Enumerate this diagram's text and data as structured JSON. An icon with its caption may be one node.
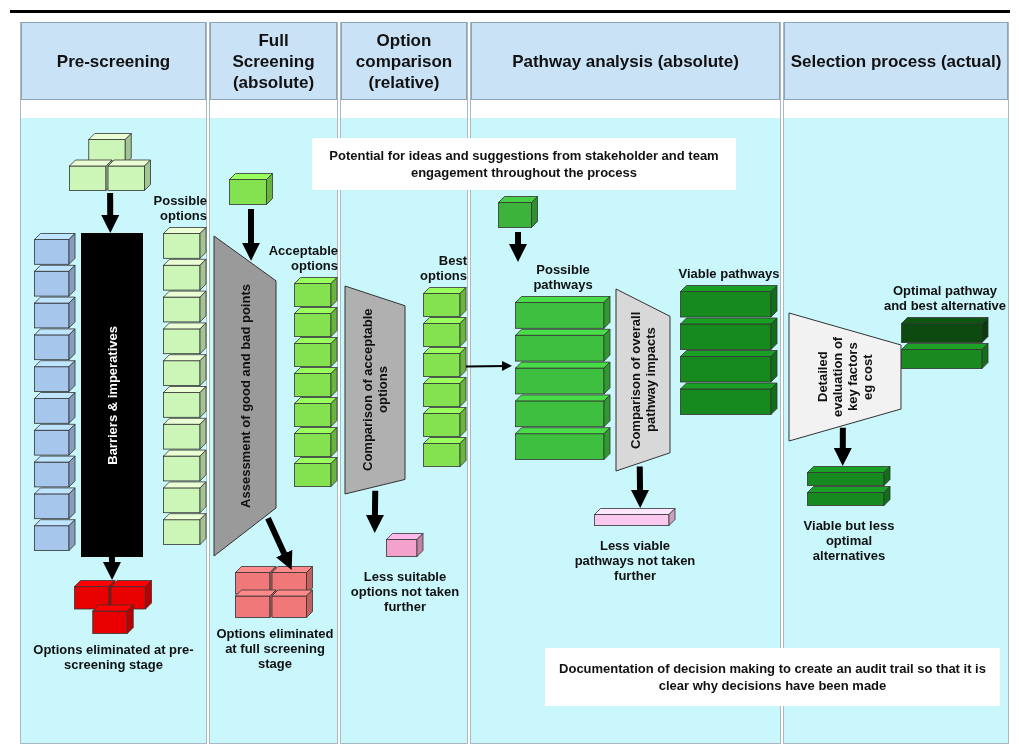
{
  "diagram": {
    "nodes": [
      {
        "text": [
          "Pre-screening"
        ]
      },
      {
        "text": [
          "Full Screening (absolute)"
        ]
      },
      {
        "text": [
          "Option comparison (relative)"
        ]
      },
      {
        "text": [
          "Pathway analysis (absolute)"
        ]
      },
      {
        "text": [
          "Selection process (actual)"
        ]
      },
      {
        "text": [
          "Potential for ideas and suggestions from stakeholder and team engagement throughout the process"
        ]
      },
      {
        "text": [
          "Documentation of decision making to create an audit trail so that it is clear why decisions have been made"
        ]
      },
      {
        "text": [],
        "shape": "box",
        "in": 0
      },
      {
        "text": [
          "Barriers & imperatives"
        ],
        "in": 0
      },
      {
        "text": [],
        "shape": "bar",
        "in": 0
      },
      {
        "text": [
          "Possible options"
        ],
        "in": 0
      },
      {
        "text": [
          "Options eliminated at pre-screening stage"
        ],
        "in": 0
      },
      {
        "text": [],
        "shape": "box",
        "in": 1
      },
      {
        "text": [
          "Assessment of good and bad points"
        ],
        "in": 1
      },
      {
        "text": [
          "Acceptable options"
        ],
        "in": 1
      },
      {
        "text": [
          "Options eliminated at full screening stage"
        ],
        "in": 1
      },
      {
        "text": [
          "Comparison of acceptable options"
        ],
        "in": 2
      },
      {
        "text": [
          "Best options"
        ],
        "in": 2
      },
      {
        "text": [
          "Less suitable options not taken further"
        ],
        "in": 2
      },
      {
        "text": [],
        "shape": "box",
        "in": 3
      },
      {
        "text": [
          "Possible pathways"
        ],
        "in": 3
      },
      {
        "text": [
          "Comparison of overall pathway impacts"
        ],
        "in": 3
      },
      {
        "text": [
          "Viable pathways"
        ],
        "in": 3
      },
      {
        "text": [
          "Less viable pathways not taken further"
        ],
        "in": 3
      },
      {
        "text": [
          "Detailed evaluation of key factors eg cost"
        ],
        "in": 4
      },
      {
        "text": [
          "Optimal pathway and best alternative"
        ],
        "in": 4
      },
      {
        "text": [
          "Viable but less optimal alternatives"
        ],
        "in": 4
      }
    ],
    "edges": [
      {
        "from": 7,
        "to": 8,
        "arrow": "to"
      },
      {
        "from": 8,
        "to": 11,
        "arrow": "to"
      },
      {
        "from": 12,
        "to": 13,
        "arrow": "to"
      },
      {
        "from": 13,
        "to": 15,
        "arrow": "to"
      },
      {
        "from": 16,
        "to": 18,
        "arrow": "to"
      },
      {
        "from": 17,
        "to": 20,
        "arrow": "to"
      },
      {
        "from": 19,
        "to": 20,
        "arrow": "to"
      },
      {
        "from": 21,
        "to": 23,
        "arrow": "to"
      },
      {
        "from": 24,
        "to": 26,
        "arrow": "to"
      }
    ]
  }
}
